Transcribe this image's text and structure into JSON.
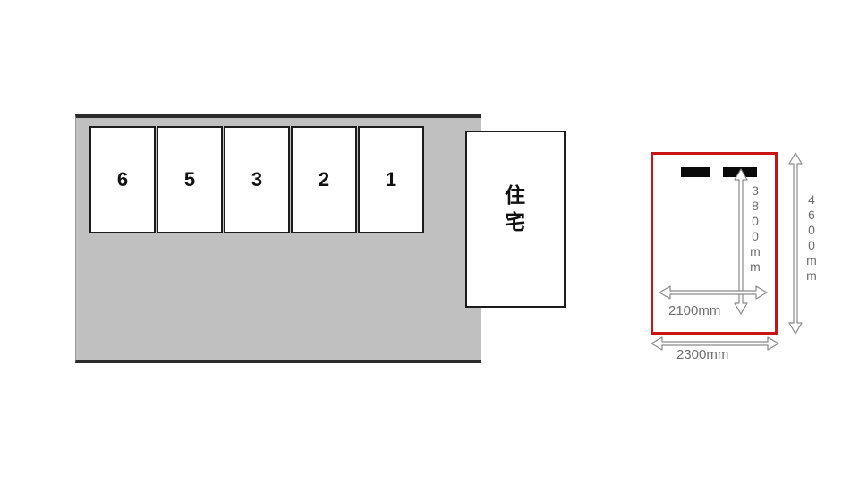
{
  "site_plan": {
    "name": "parking-lot-site-plan",
    "lot_fill_color": "#c0c0c0",
    "outline_color": "#2b2b2b",
    "stalls": [
      {
        "number": "6"
      },
      {
        "number": "5"
      },
      {
        "number": "3"
      },
      {
        "number": "2"
      },
      {
        "number": "1"
      }
    ],
    "residence": {
      "label_chars": [
        "住",
        "宅"
      ],
      "label_full": "住宅"
    }
  },
  "dimension_diagram": {
    "name": "parking-stall-dimensions",
    "box_border_color": "#c81414",
    "wheel_stoppers": 2,
    "dimensions": {
      "inner_depth": {
        "value": "3800mm",
        "chars": [
          "3",
          "8",
          "0",
          "0",
          "m",
          "m"
        ],
        "orientation": "vertical"
      },
      "inner_width": {
        "value": "2100mm",
        "orientation": "horizontal"
      },
      "outer_depth": {
        "value": "4600mm",
        "chars": [
          "4",
          "6",
          "0",
          "0",
          "m",
          "m"
        ],
        "orientation": "vertical"
      },
      "outer_width": {
        "value": "2300mm",
        "orientation": "horizontal"
      }
    }
  }
}
